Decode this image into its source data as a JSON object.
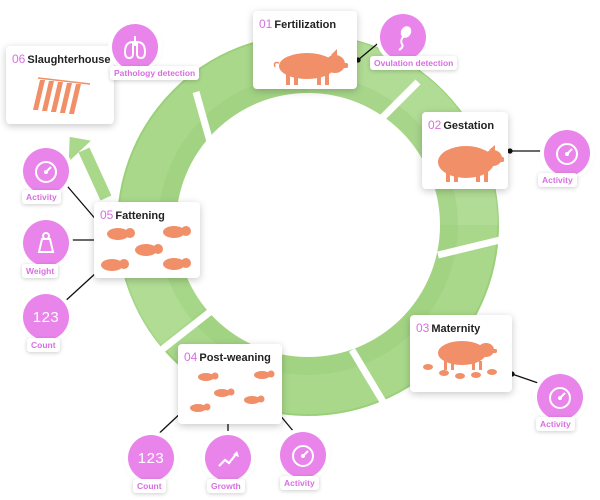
{
  "colors": {
    "ring": "#a9d88a",
    "ring_dark": "#8ec76c",
    "accent": "#e985ea",
    "accent_text": "#d86fe0",
    "pig": "#f08f68",
    "card_bg": "#ffffff"
  },
  "stages": [
    {
      "id": "fertilization",
      "number": "01",
      "title": "Fertilization",
      "icon": "pig-icon"
    },
    {
      "id": "gestation",
      "number": "02",
      "title": "Gestation",
      "icon": "pregnant-pig-icon"
    },
    {
      "id": "maternity",
      "number": "03",
      "title": "Maternity",
      "icon": "sow-with-piglets-icon"
    },
    {
      "id": "post_weaning",
      "number": "04",
      "title": "Post-weaning",
      "icon": "piglets-icon"
    },
    {
      "id": "fattening",
      "number": "05",
      "title": "Fattening",
      "icon": "pigs-group-icon"
    },
    {
      "id": "slaughterhouse",
      "number": "06",
      "title": "Slaughterhouse",
      "icon": "hanging-carcasses-icon"
    }
  ],
  "badges": {
    "ovulation": {
      "label": "Ovulation detection",
      "icon": "sperm-icon"
    },
    "pathology": {
      "label": "Pathology detection",
      "icon": "lungs-icon"
    },
    "gestation_activity": {
      "label": "Activity",
      "icon": "speedometer-icon"
    },
    "maternity_activity": {
      "label": "Activity",
      "icon": "speedometer-icon"
    },
    "fattening_activity": {
      "label": "Activity",
      "icon": "speedometer-icon"
    },
    "fattening_weight": {
      "label": "Weight",
      "icon": "weight-icon"
    },
    "fattening_count": {
      "label": "Count",
      "icon": "count-icon",
      "text": "123"
    },
    "postweaning_count": {
      "label": "Count",
      "icon": "count-icon",
      "text": "123"
    },
    "postweaning_growth": {
      "label": "Growth",
      "icon": "growth-chart-icon"
    },
    "postweaning_activity": {
      "label": "Activity",
      "icon": "speedometer-icon"
    }
  }
}
